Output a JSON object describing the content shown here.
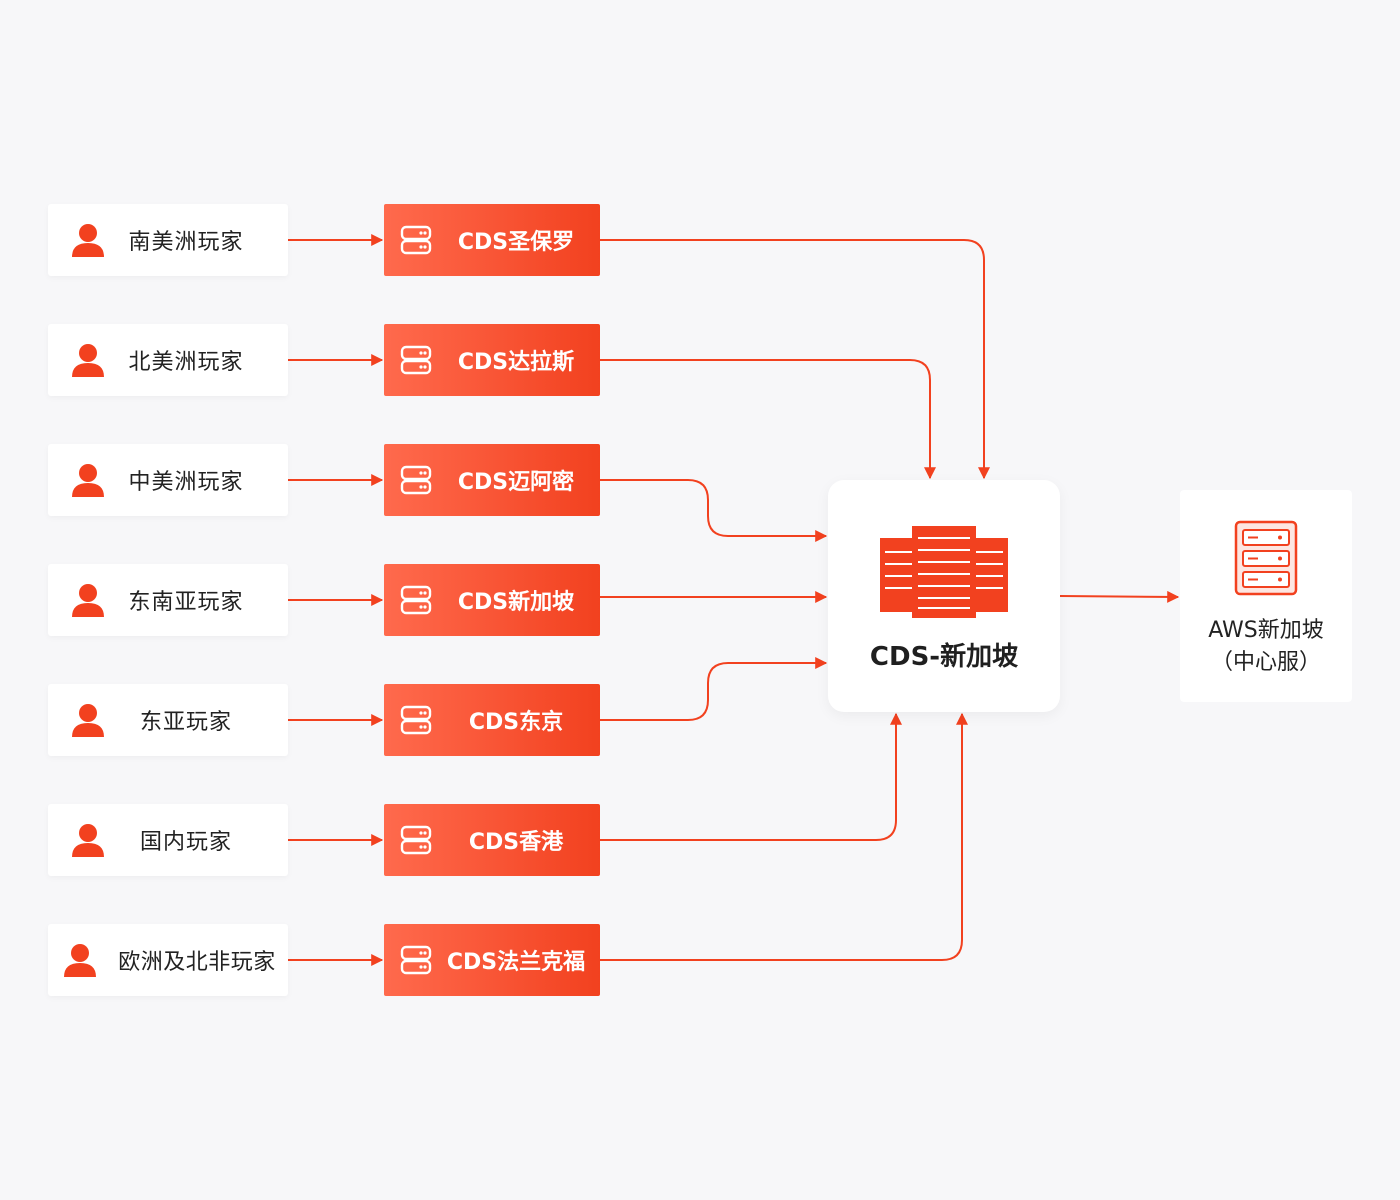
{
  "colors": {
    "accent": "#f2411f",
    "accent_light": "#ff6a4d",
    "background": "#f7f7f9"
  },
  "players": [
    {
      "label": "南美洲玩家"
    },
    {
      "label": "北美洲玩家"
    },
    {
      "label": "中美洲玩家"
    },
    {
      "label": "东南亚玩家"
    },
    {
      "label": "东亚玩家"
    },
    {
      "label": "国内玩家"
    },
    {
      "label": "欧洲及北非玩家"
    }
  ],
  "cds_nodes": [
    {
      "label": "CDS圣保罗"
    },
    {
      "label": "CDS达拉斯"
    },
    {
      "label": "CDS迈阿密"
    },
    {
      "label": "CDS新加坡"
    },
    {
      "label": "CDS东京"
    },
    {
      "label": "CDS香港"
    },
    {
      "label": "CDS法兰克福"
    }
  ],
  "hub": {
    "label": "CDS-新加坡",
    "icon": "server-rack-icon"
  },
  "aws": {
    "name": "AWS新加坡",
    "sub": "（中心服）",
    "icon": "server-icon"
  },
  "icons": {
    "player": "user-icon",
    "cds": "server-icon"
  }
}
